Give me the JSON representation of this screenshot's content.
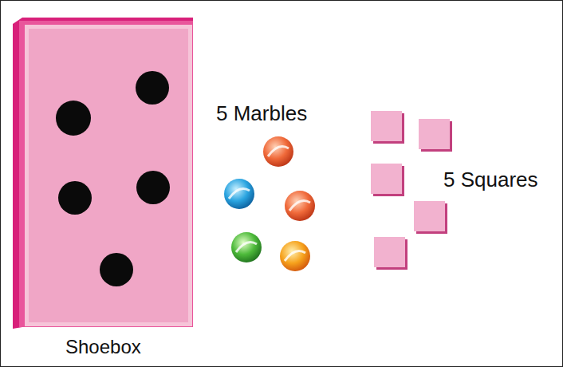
{
  "diagram": {
    "nodes": [
      {
        "text": [
          "Shoebox"
        ]
      }
    ],
    "labels": [
      "5 Marbles",
      "5 Squares"
    ]
  }
}
